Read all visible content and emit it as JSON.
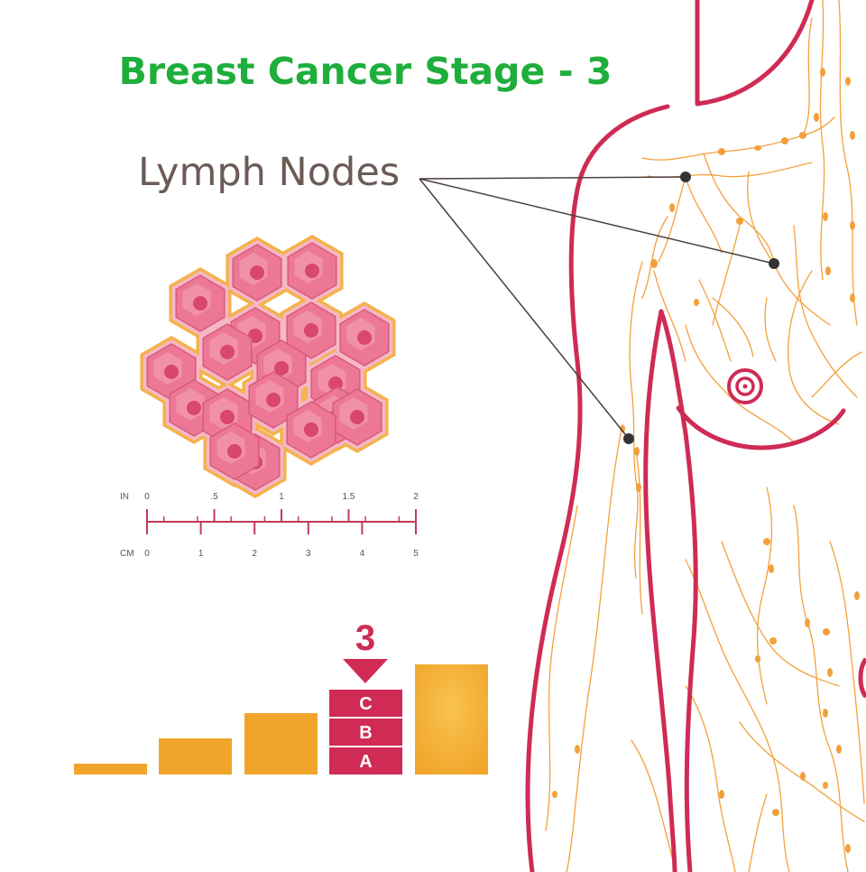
{
  "title": "Breast Cancer Stage - 3",
  "callout": {
    "label": "Lymph Nodes",
    "targets": 3
  },
  "ruler": {
    "in_label": "IN",
    "cm_label": "CM",
    "in_ticks": [
      "0",
      ".5",
      "1",
      "1.5",
      "2"
    ],
    "cm_ticks": [
      "0",
      "1",
      "2",
      "3",
      "4",
      "5"
    ]
  },
  "stage_chart": {
    "marker": "3",
    "current_stage": 3,
    "bars": [
      {
        "stage": "0",
        "level": 0.1
      },
      {
        "stage": "1",
        "level": 0.33
      },
      {
        "stage": "2",
        "level": 0.56
      },
      {
        "stage": "3",
        "level": 0.77,
        "sublevels": [
          "C",
          "B",
          "A"
        ]
      },
      {
        "stage": "4",
        "level": 1.0
      }
    ]
  },
  "colors": {
    "title": "#1fae3c",
    "accent": "#cf2b55",
    "bar": "#f0a52a",
    "lymph": "#f3a03a",
    "cell": "#ec7895",
    "cell_border": "#f4b24a",
    "ruler": "#c23a5c"
  }
}
